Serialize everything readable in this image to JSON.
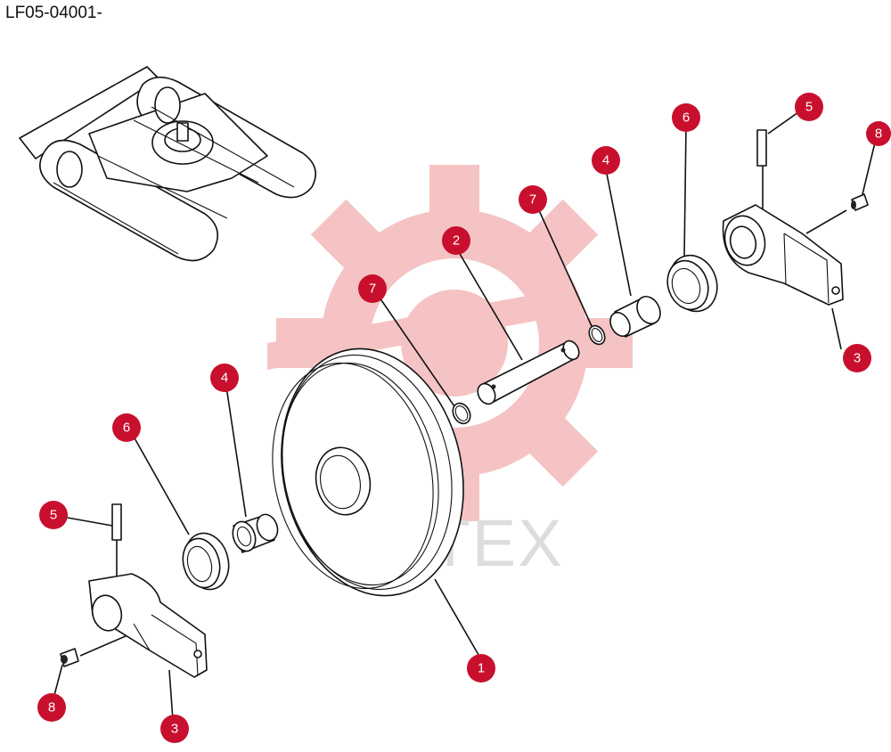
{
  "header": {
    "title": "LF05-04001-"
  },
  "watermark": {
    "text": "ИНТЕХ",
    "color": "#f4b9b9"
  },
  "colors": {
    "callout": "#c8102e",
    "line": "#111111"
  },
  "callouts": [
    {
      "id": "c1",
      "label": "1"
    },
    {
      "id": "c2",
      "label": "2"
    },
    {
      "id": "c3a",
      "label": "3"
    },
    {
      "id": "c3b",
      "label": "3"
    },
    {
      "id": "c4a",
      "label": "4"
    },
    {
      "id": "c4b",
      "label": "4"
    },
    {
      "id": "c5a",
      "label": "5"
    },
    {
      "id": "c5b",
      "label": "5"
    },
    {
      "id": "c6a",
      "label": "6"
    },
    {
      "id": "c6b",
      "label": "6"
    },
    {
      "id": "c7a",
      "label": "7"
    },
    {
      "id": "c7b",
      "label": "7"
    },
    {
      "id": "c8a",
      "label": "8"
    },
    {
      "id": "c8b",
      "label": "8"
    }
  ]
}
